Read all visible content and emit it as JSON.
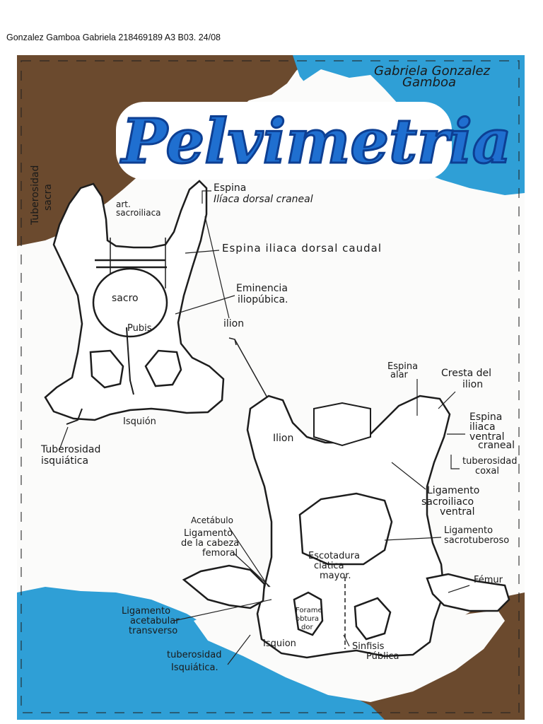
{
  "header": {
    "caption": "Gonzalez Gamboa Gabriela 218469189 A3 B03. 24/08"
  },
  "author": {
    "line1": "Gabriela Gonzalez",
    "line2": "Gamboa"
  },
  "title": "Pelvimetria",
  "colors": {
    "brown": "#6b4a2e",
    "blue": "#2f9fd6",
    "title_blue": "#1f6fd0",
    "title_dark": "#0d3f93"
  },
  "labels_top": {
    "tuberosidad_sacra_1": "Tuberosidad",
    "tuberosidad_sacra_2": "sacra",
    "art_sacroiliaca_1": "art.",
    "art_sacroiliaca_2": "sacroiliaca",
    "espina_craneal_1": "Espina",
    "espina_craneal_2": "Ilíaca dorsal craneal",
    "espina_caudal": "Espina iliaca dorsal caudal",
    "sacro": "sacro",
    "eminencia_1": "Eminencia",
    "eminencia_2": "iliopúbica.",
    "pubis": "Pubis",
    "ilion": "ilion",
    "isquion": "Isquión",
    "tuberosidad_isquiatica_1": "Tuberosidad",
    "tuberosidad_isquiatica_2": "isquiática"
  },
  "labels_bottom": {
    "espina_alar_1": "Espina",
    "espina_alar_2": "alar",
    "cresta_1": "Cresta del",
    "cresta_2": "ilion",
    "espina_ventral_1": "Espina",
    "espina_ventral_2": "iliaca",
    "espina_ventral_3": "ventral",
    "espina_ventral_4": "craneal",
    "tuberosidad_coxal_1": "tuberosidad",
    "tuberosidad_coxal_2": "coxal",
    "ilion": "Ilion",
    "lig_sacroiliaco_1": "Ligamento",
    "lig_sacroiliaco_2": "sacroiliaco",
    "lig_sacroiliaco_3": "ventral",
    "acetabulo": "Acetábulo",
    "lig_cabeza_1": "Ligamento",
    "lig_cabeza_2": "de la cabeza",
    "lig_cabeza_3": "femoral",
    "escotadura_1": "Escotadura",
    "escotadura_2": "ciatica",
    "escotadura_3": "mayor.",
    "lig_sacrotuberoso_1": "Ligamento",
    "lig_sacrotuberoso_2": "sacrotuberoso",
    "femur": "Fémur",
    "foramen_1": "Forame",
    "foramen_2": "obtura",
    "foramen_3": "dor",
    "lig_acetabular_1": "Ligamento",
    "lig_acetabular_2": "acetabular",
    "lig_acetabular_3": "transverso",
    "isquion": "Isquion",
    "sinfisis_1": "Sinfisis",
    "sinfisis_2": "Pública",
    "tuberosidad_isq_1": "tuberosidad",
    "tuberosidad_isq_2": "Isquiática."
  }
}
